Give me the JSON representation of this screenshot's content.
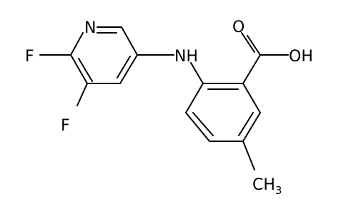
{
  "molecule": {
    "atoms": {
      "n_pyridine": "N",
      "f_upper": "F",
      "f_lower": "F",
      "nh_linker": "NH",
      "o_carbonyl": "O",
      "oh": "OH",
      "methyl_c": "CH",
      "methyl_sub": "3"
    },
    "colors": {
      "bond": "#000000",
      "label": "#000000",
      "background": "#ffffff"
    }
  }
}
